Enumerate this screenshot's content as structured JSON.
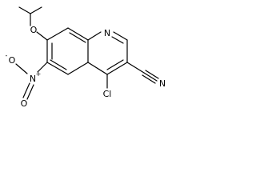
{
  "molecule": {
    "labels": {
      "ring_nitrogen": "N",
      "ether_oxygen": "O",
      "nitro_n": "N",
      "nitro_plus": "+",
      "nitro_o_top": "O",
      "nitro_o_minus": "-",
      "nitro_o_left": "O",
      "chlorine": "Cl",
      "nitrile_n": "N"
    }
  }
}
